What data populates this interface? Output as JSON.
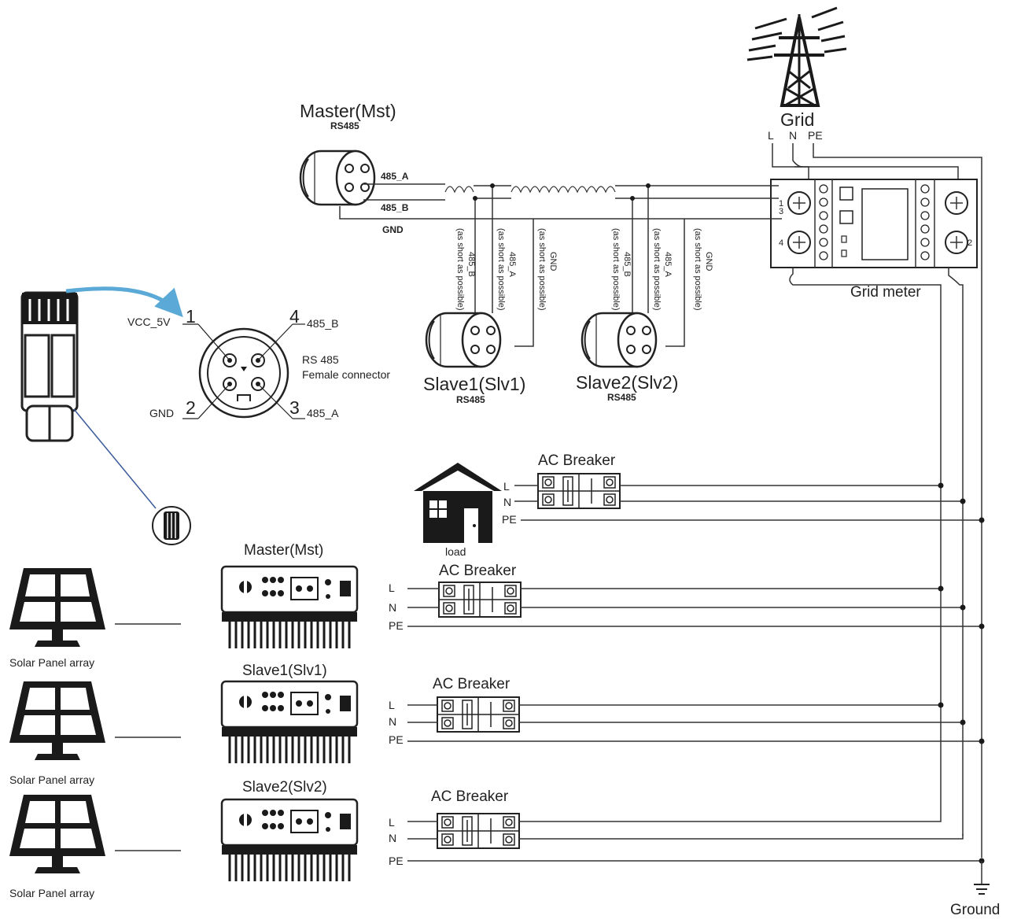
{
  "colors": {
    "ink": "#222222",
    "arrow": "#5aa9d6",
    "lead_line": "#3a5a9a"
  },
  "grid": {
    "label": "Grid",
    "terminals": [
      "L",
      "N",
      "PE"
    ]
  },
  "meter": {
    "label": "Grid meter",
    "pins_left": [
      "1",
      "3",
      "4"
    ],
    "pins_right": [
      "2"
    ]
  },
  "rs485": {
    "master_title": "Master(Mst)",
    "master_sub": "RS485",
    "line_a": "485_A",
    "line_b": "485_B",
    "line_gnd": "GND",
    "slave1_title": "Slave1(Slv1)",
    "slave2_title": "Slave2(Slv2)",
    "slave_sub": "RS485",
    "drop_b": "485_B",
    "drop_a": "485_A",
    "drop_gnd": "GND",
    "short_note": "(as short as possible)"
  },
  "connector": {
    "pin1": "1",
    "pin2": "2",
    "pin3": "3",
    "pin4": "4",
    "vcc": "VCC_5V",
    "gnd": "GND",
    "a": "485_A",
    "b": "485_B",
    "title": "RS 485",
    "subtitle": "Female connector"
  },
  "load": {
    "label": "load",
    "breaker": "AC Breaker",
    "lines": [
      "L",
      "N",
      "PE"
    ]
  },
  "inverters": [
    {
      "title": "Master(Mst)",
      "breaker": "AC Breaker",
      "lines": [
        "L",
        "N",
        "PE"
      ],
      "solar": "Solar Panel array"
    },
    {
      "title": "Slave1(Slv1)",
      "breaker": "AC Breaker",
      "lines": [
        "L",
        "N",
        "PE"
      ],
      "solar": "Solar Panel array"
    },
    {
      "title": "Slave2(Slv2)",
      "breaker": "AC Breaker",
      "lines": [
        "L",
        "N",
        "PE"
      ],
      "solar": "Solar Panel array"
    }
  ],
  "ground": {
    "label": "Ground"
  }
}
